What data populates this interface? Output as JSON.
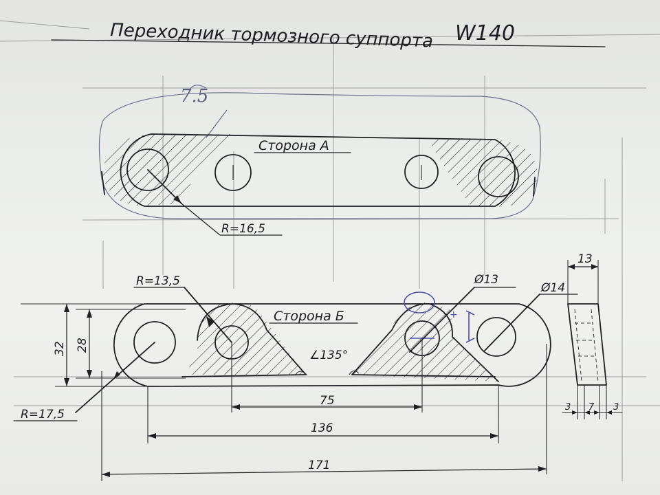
{
  "title": "Переходник тормозного суппорта",
  "model": "W140",
  "pencil_note": "7.5",
  "views": {
    "side_a": {
      "label": "Сторона А",
      "radius_label": "R=16,5"
    },
    "side_b": {
      "label": "Сторона Б",
      "radius_top_label": "R=13,5",
      "radius_left_label": "R=17,5",
      "hole_small_label": "Ø13",
      "hole_large_label": "Ø14",
      "angle_label": "∠135°",
      "height_outer": "32",
      "height_inner": "28",
      "dim_hole_spacing": "75",
      "dim_outer_holes": "136",
      "dim_overall": "171"
    },
    "section": {
      "width_label": "13",
      "dim_left": "3",
      "dim_mid": "7",
      "dim_right": "3"
    }
  },
  "colors": {
    "ink": "#1f1f24",
    "pencil": "#6a6f88",
    "ballpoint": "#4b4fa6",
    "paper": "#eceeeb"
  }
}
